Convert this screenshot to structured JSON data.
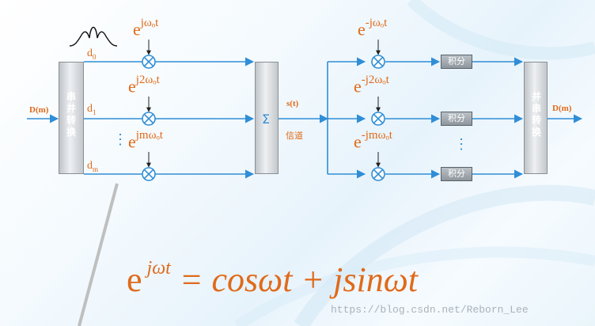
{
  "input_label": "D(m)",
  "output_label": "D(m)",
  "sp_converter_chars": [
    "串",
    "并",
    "转",
    "换"
  ],
  "ps_converter_chars": [
    "并",
    "串",
    "转",
    "换"
  ],
  "sum_symbol": "Σ",
  "signal_label": "s(t)",
  "channel_label": "信道",
  "tx_inputs": [
    {
      "sub_base": "d",
      "sub_index": "0"
    },
    {
      "sub_base": "d",
      "sub_index": "1"
    },
    {
      "sub_base": "d",
      "sub_index": "m"
    }
  ],
  "tx_exponents": [
    {
      "base": "e",
      "exponent": "jωₒt"
    },
    {
      "base": "e",
      "exponent": "j2ωₒt"
    },
    {
      "base": "e",
      "exponent": "jmωₒt"
    }
  ],
  "rx_exponents": [
    {
      "base": "e",
      "exponent": "-jωₒt"
    },
    {
      "base": "e",
      "exponent": "-j2ωₒt"
    },
    {
      "base": "e",
      "exponent": "-jmωₒt"
    }
  ],
  "integrator_label": "积分",
  "ellipsis": "⋮",
  "formula": "e jωt = cosωt + jsinωt",
  "formula_parts": {
    "e": "e",
    "sup": "jωt",
    "rest": " = cosωt + jsinωt"
  },
  "watermark": "https://blog.csdn.net/Reborn_Lee",
  "colors": {
    "line": "#2f8ed6",
    "text": "#e06a1a",
    "multiplier": "#2f8ed6"
  }
}
